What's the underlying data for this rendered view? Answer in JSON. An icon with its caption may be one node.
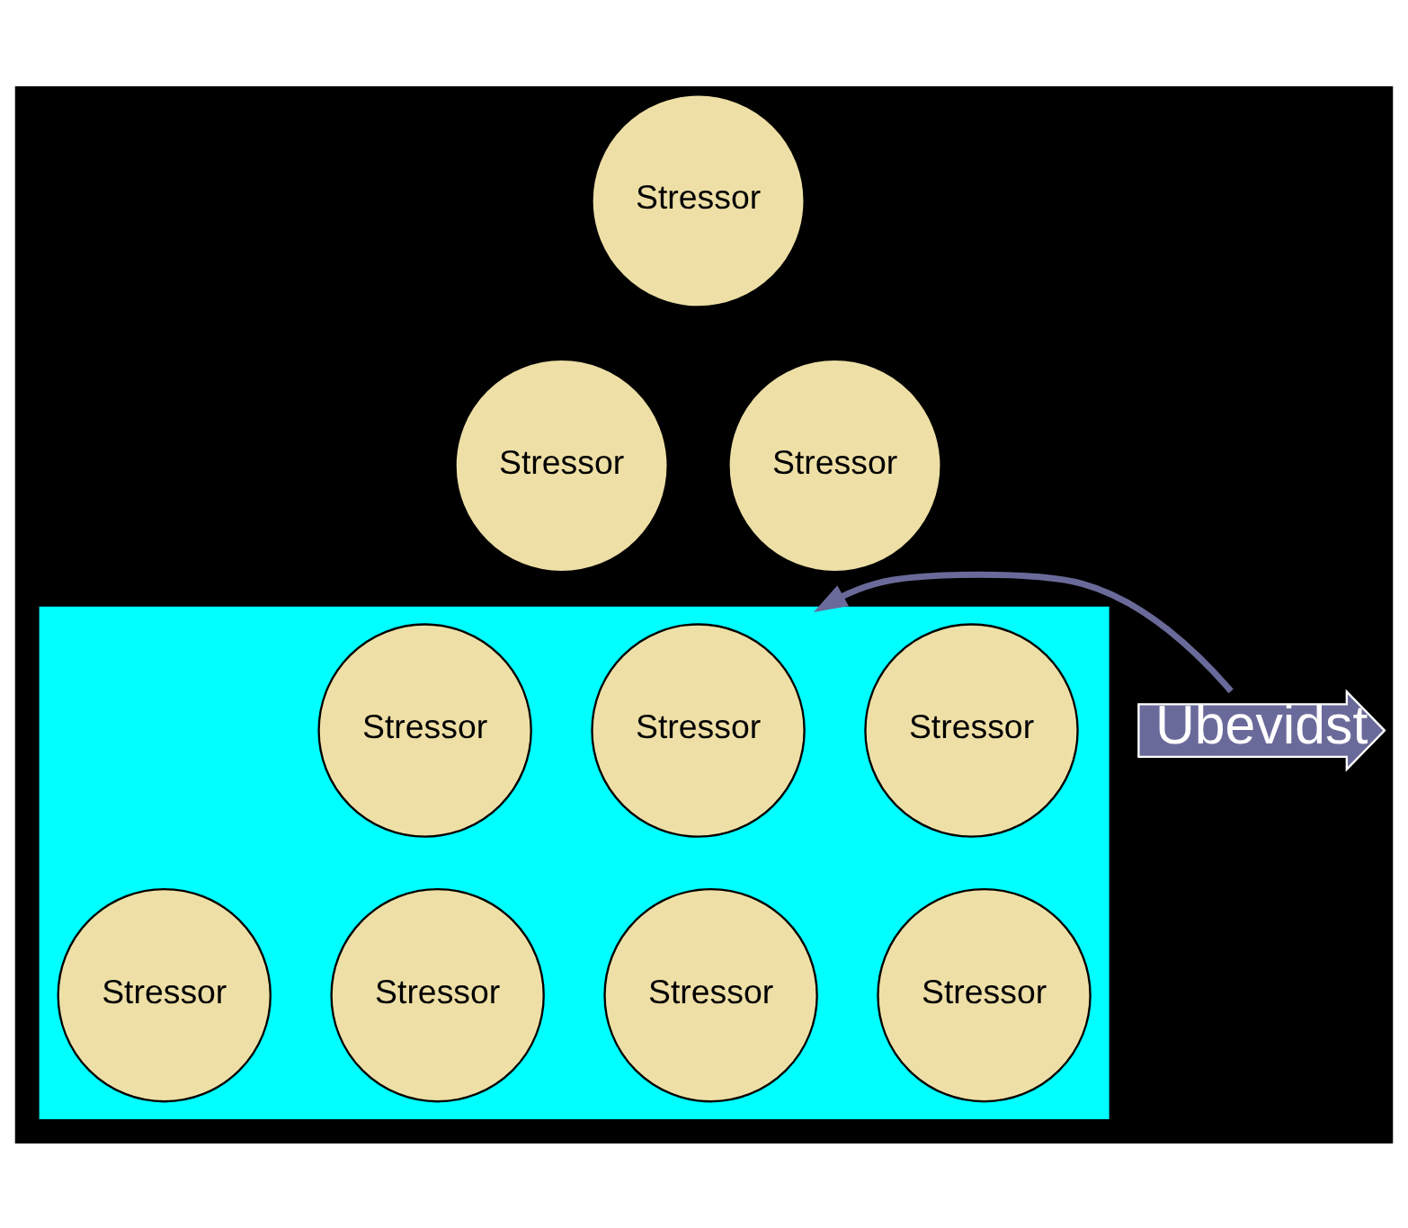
{
  "diagram": {
    "nodes": [
      {
        "text": [
          "Stressor"
        ]
      },
      {
        "text": [
          "Stressor"
        ]
      },
      {
        "text": [
          "Stressor"
        ]
      },
      {
        "text": [],
        "shape": "box"
      },
      {
        "text": [
          "Stressor"
        ],
        "in": 3
      },
      {
        "text": [
          "Stressor"
        ],
        "in": 3
      },
      {
        "text": [
          "Stressor"
        ],
        "in": 3
      },
      {
        "text": [
          "Stressor"
        ],
        "in": 3
      },
      {
        "text": [
          "Stressor"
        ],
        "in": 3
      },
      {
        "text": [
          "Stressor"
        ],
        "in": 3
      },
      {
        "text": [
          "Stressor"
        ],
        "in": 3
      },
      {
        "text": [
          "Ubevidst"
        ]
      }
    ],
    "edges": [
      {
        "from": 11,
        "to": 3,
        "arrow": "to"
      }
    ]
  }
}
